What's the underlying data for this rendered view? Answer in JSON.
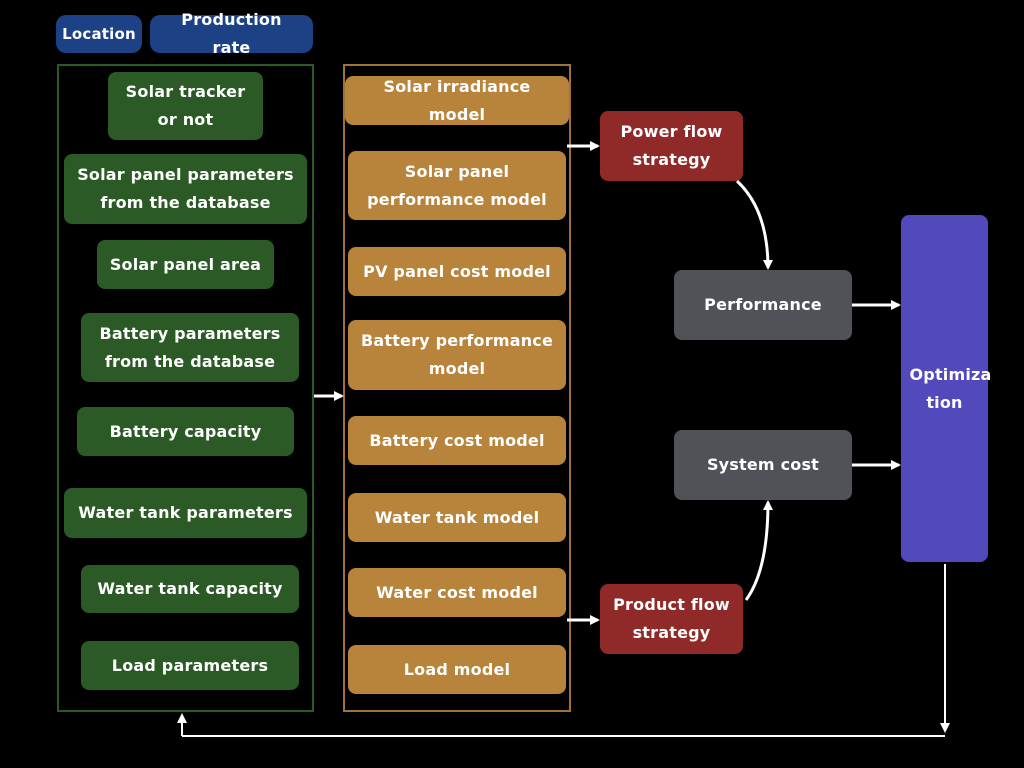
{
  "header": {
    "location": "Location",
    "production_rate": "Production rate"
  },
  "inputs": {
    "solar_tracker": "Solar tracker or not",
    "solar_panel_params": "Solar panel parameters from the database",
    "solar_panel_area": "Solar panel area",
    "battery_params": "Battery parameters from the database",
    "battery_capacity": "Battery capacity",
    "water_tank_params": "Water tank parameters",
    "water_tank_capacity": "Water tank capacity",
    "load_params": "Load parameters"
  },
  "models": {
    "solar_irradiance": "Solar irradiance model",
    "solar_panel_performance": "Solar panel performance model",
    "pv_panel_cost": "PV panel cost model",
    "battery_performance": "Battery performance model",
    "battery_cost": "Battery cost model",
    "water_tank": "Water tank model",
    "water_cost": "Water cost model",
    "load": "Load model"
  },
  "strategies": {
    "power_flow": "Power flow strategy",
    "product_flow": "Product flow strategy"
  },
  "outputs": {
    "performance": "Performance",
    "system_cost": "System cost",
    "optimization": "Optimiza tion"
  },
  "colors": {
    "background": "#000000",
    "top_box": "#1c4185",
    "input_box": "#2c5a27",
    "input_frame": "#2c5a27",
    "model_box": "#b8843b",
    "model_frame": "#a0713a",
    "strategy_box": "#8f2a28",
    "output_box": "#4f5256",
    "optimization_box": "#5249bd",
    "arrow": "#ffffff"
  }
}
